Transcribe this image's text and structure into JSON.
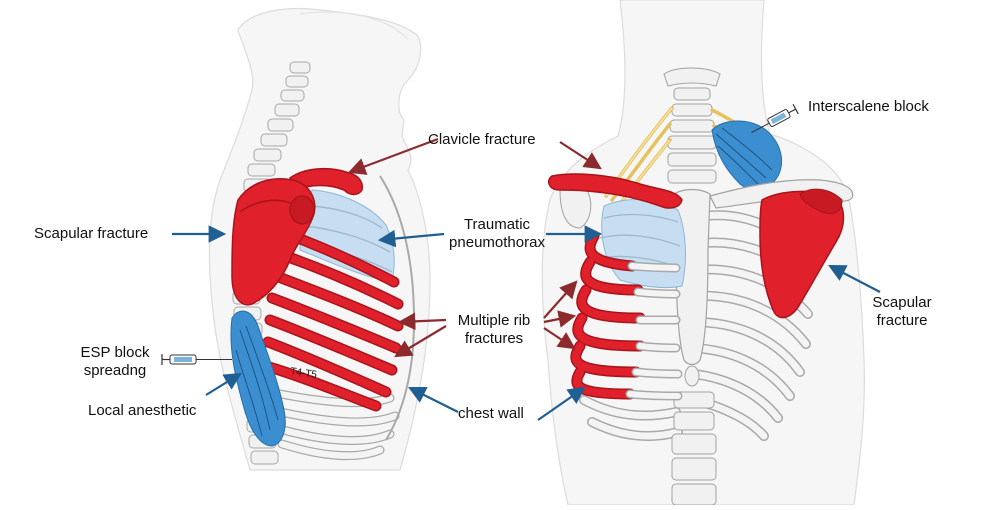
{
  "labels": {
    "clavicle_fracture": "Clavicle fracture",
    "scapular_fracture_left": "Scapular fracture",
    "traumatic_line1": "Traumatic",
    "traumatic_line2": "pneumothorax",
    "multiple_rib_line1": "Multiple rib",
    "multiple_rib_line2": "fractures",
    "esp_line1": "ESP block",
    "esp_line2": "spreadng",
    "local_anesthetic": "Local anesthetic",
    "vertebra_level": "T4-T5",
    "chest_wall": "chest wall",
    "interscalene_block": "Interscalene block",
    "scapular_right_line1": "Scapular",
    "scapular_right_line2": "fracture"
  },
  "colors": {
    "fracture_red": "#e0202a",
    "fracture_dark": "#a8141b",
    "pneumothorax_blue": "#c7def2",
    "anesthetic_blue": "#3b8fd0",
    "arrow_blue": "#1f5f91",
    "arrow_red": "#8c2a2e",
    "bone_fill": "#f3f3f3",
    "bone_stroke": "#9a9a9a",
    "nerve_yellow": "#f0d27a"
  },
  "icons": [
    "syringe-icon",
    "syringe-icon"
  ]
}
